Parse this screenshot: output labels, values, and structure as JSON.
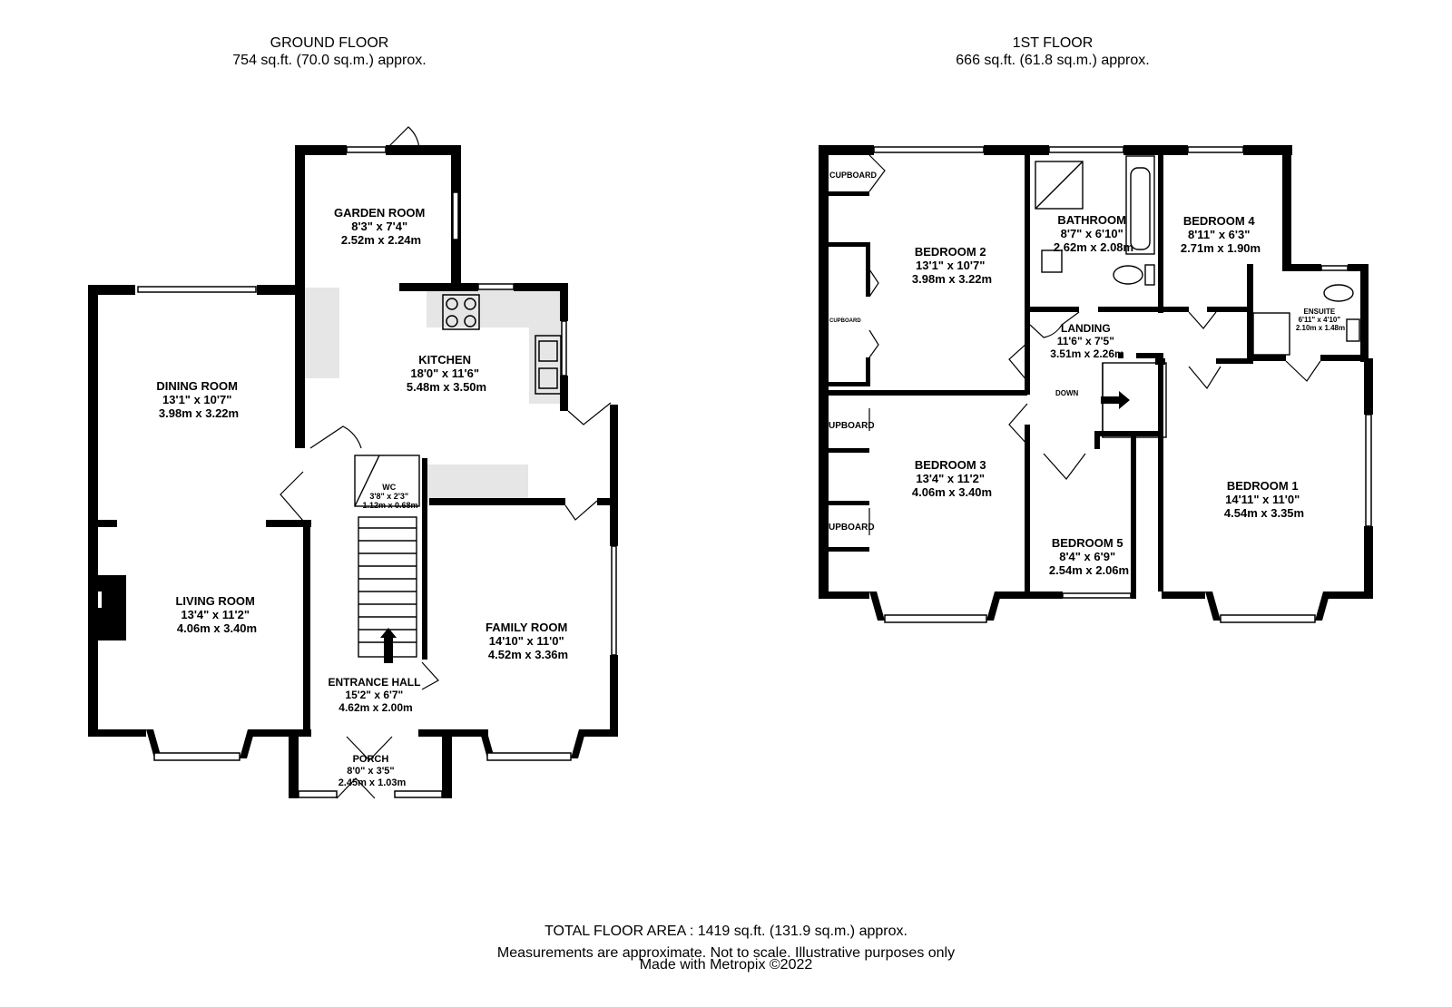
{
  "headings": {
    "ground": {
      "title": "GROUND FLOOR",
      "area": "754 sq.ft. (70.0 sq.m.) approx."
    },
    "first": {
      "title": "1ST FLOOR",
      "area": "666 sq.ft. (61.8 sq.m.) approx."
    }
  },
  "rooms": {
    "garden_room": [
      "GARDEN ROOM",
      "8'3\"  x 7'4\"",
      "2.52m  x 2.24m"
    ],
    "kitchen": [
      "KITCHEN",
      "18'0\"  x 11'6\"",
      "5.48m  x 3.50m"
    ],
    "dining_room": [
      "DINING ROOM",
      "13'1\"  x 10'7\"",
      "3.98m  x 3.22m"
    ],
    "living_room": [
      "LIVING ROOM",
      "13'4\"  x 11'2\"",
      "4.06m  x 3.40m"
    ],
    "wc": [
      "WC",
      "3'8\"  x 2'3\"",
      "1.12m  x 0.68m"
    ],
    "family_room": [
      "FAMILY ROOM",
      "14'10\"  x 11'0\"",
      "4.52m  x 3.36m"
    ],
    "entrance_hall": [
      "ENTRANCE HALL",
      "15'2\"  x 6'7\"",
      "4.62m  x 2.00m"
    ],
    "porch": [
      "PORCH",
      "8'0\"  x 3'5\"",
      "2.45m  x 1.03m"
    ],
    "bedroom2": [
      "BEDROOM 2",
      "13'1\"  x 10'7\"",
      "3.98m  x 3.22m"
    ],
    "bathroom": [
      "BATHROOM",
      "8'7\"  x 6'10\"",
      "2.62m  x 2.08m"
    ],
    "bedroom4": [
      "BEDROOM 4",
      "8'11\"  x 6'3\"",
      "2.71m  x 1.90m"
    ],
    "ensuite": [
      "ENSUITE",
      "6'11\"  x 4'10\"",
      "2.10m  x 1.48m"
    ],
    "landing": [
      "LANDING",
      "11'6\"  x 7'5\"",
      "3.51m  x 2.26m"
    ],
    "bedroom3": [
      "BEDROOM 3",
      "13'4\"  x 11'2\"",
      "4.06m  x 3.40m"
    ],
    "bedroom1": [
      "BEDROOM 1",
      "14'11\"  x 11'0\"",
      "4.54m  x 3.35m"
    ],
    "bedroom5": [
      "BEDROOM 5",
      "8'4\"  x 6'9\"",
      "2.54m  x 2.06m"
    ]
  },
  "small_labels": {
    "cupboard_1": "CUPBOARD",
    "cupboard_2": "CUPBOARD",
    "cupboard_3": "UPBOARD",
    "cupboard_4": "UPBOARD",
    "down": "DOWN"
  },
  "footer": {
    "total": "TOTAL FLOOR AREA : 1419 sq.ft. (131.9 sq.m.) approx.",
    "disclaimer": "Measurements are approximate.  Not to scale.  Illustrative purposes only",
    "credit": "Made with Metropix ©2022"
  },
  "colors": {
    "wall": "#000000",
    "fixture_fill": "#e6e6e6",
    "background": "#ffffff"
  }
}
